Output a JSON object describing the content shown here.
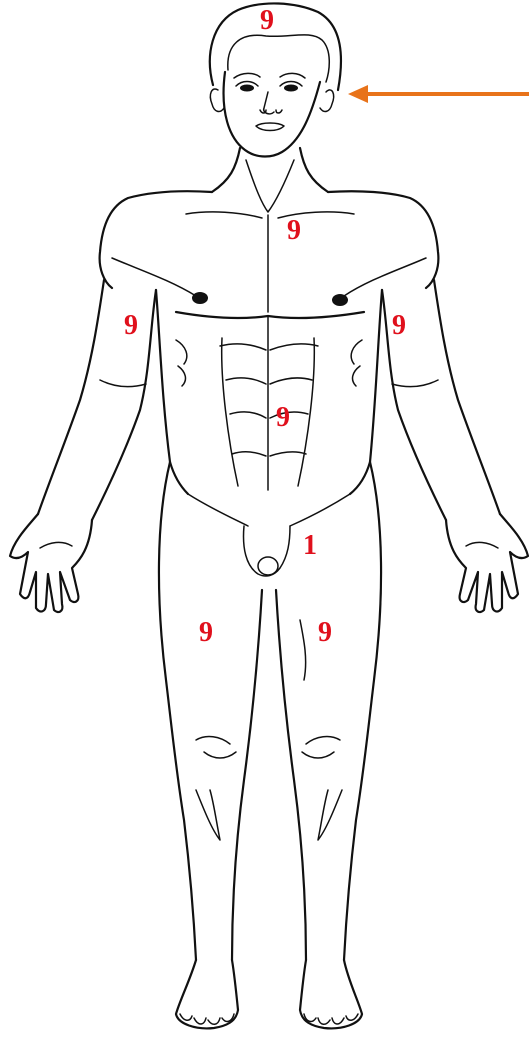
{
  "colors": {
    "label": "#e0101c",
    "arrow": "#e8731a",
    "outline": "#111111"
  },
  "regions": [
    {
      "id": "head",
      "label": "9"
    },
    {
      "id": "chest",
      "label": "9"
    },
    {
      "id": "left-upper-arm",
      "label": "9"
    },
    {
      "id": "right-upper-arm",
      "label": "9"
    },
    {
      "id": "abdomen",
      "label": "9"
    },
    {
      "id": "groin",
      "label": "1"
    },
    {
      "id": "left-leg",
      "label": "9"
    },
    {
      "id": "right-leg",
      "label": "9"
    }
  ],
  "pointer": {
    "target": "head",
    "shape": "arrow-left"
  }
}
